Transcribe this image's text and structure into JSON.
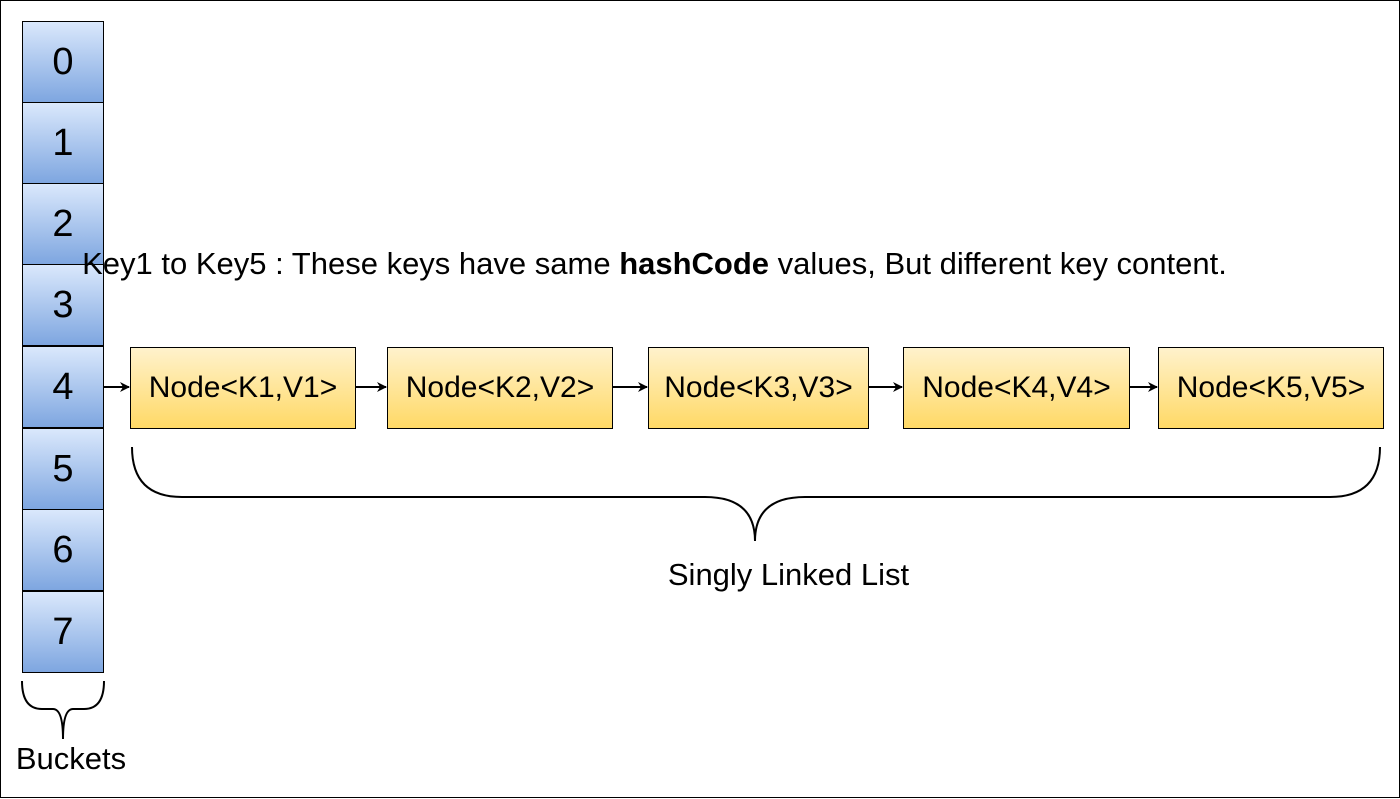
{
  "buckets": {
    "labels": [
      "0",
      "1",
      "2",
      "3",
      "4",
      "5",
      "6",
      "7"
    ],
    "title": "Buckets"
  },
  "caption": {
    "prefix": "Key1 to Key5 : These keys have same ",
    "emphasis": "hashCode",
    "suffix": " values, But different key content."
  },
  "nodes": [
    "Node<K1,V1>",
    "Node<K2,V2>",
    "Node<K3,V3>",
    "Node<K4,V4>",
    "Node<K5,V5>"
  ],
  "list_label": "Singly Linked List",
  "colors": {
    "bucket_top": "#dae8fc",
    "bucket_bottom": "#7ea6e0",
    "node_top": "#fff2cc",
    "node_bottom": "#ffd966",
    "stroke": "#000000"
  }
}
